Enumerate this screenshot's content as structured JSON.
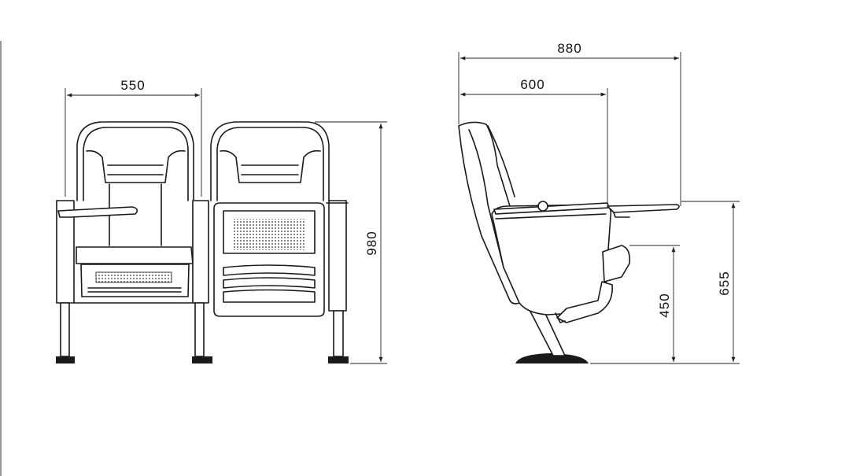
{
  "diagram": {
    "dimensions": {
      "front_width": "550",
      "front_height": "980",
      "side_depth_total": "880",
      "side_depth_seat": "600",
      "side_seat_height": "450",
      "side_armrest_height": "655"
    },
    "colors": {
      "line": "#1a1a1a",
      "background": "#ffffff"
    }
  }
}
